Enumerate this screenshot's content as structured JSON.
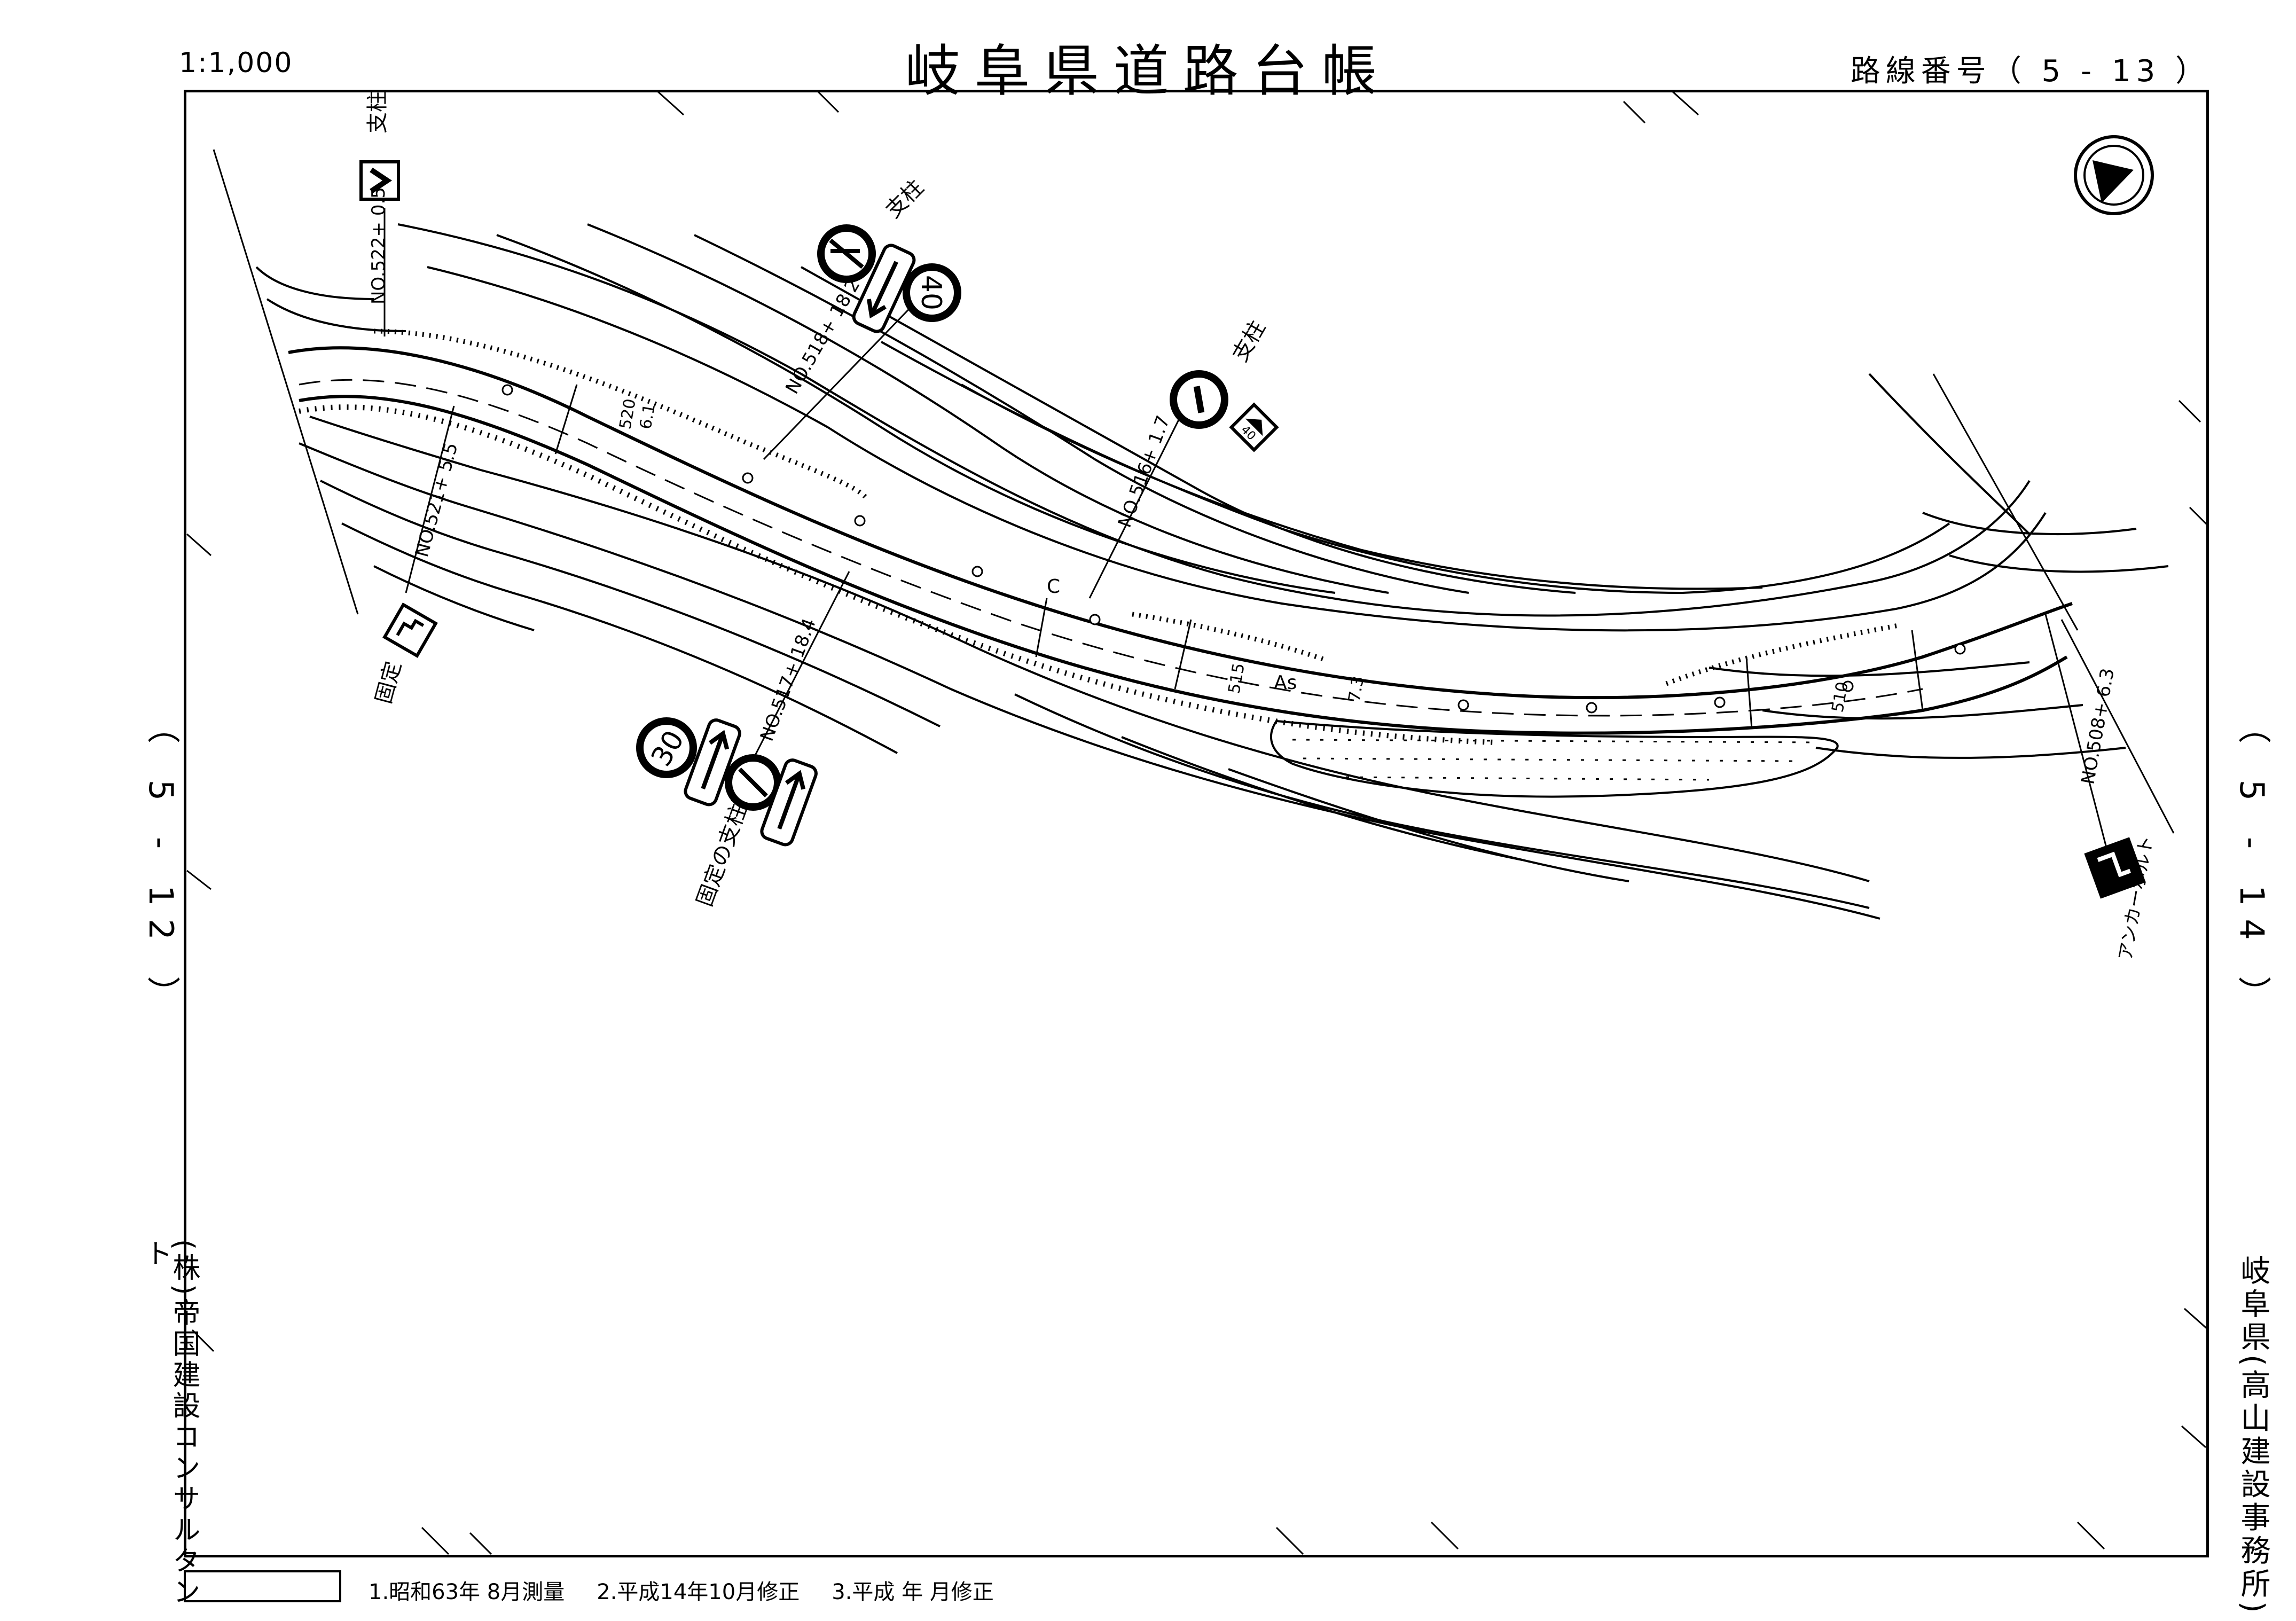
{
  "header": {
    "scale": "1:1,000",
    "title": "岐阜県道路台帳",
    "route_number": "路線番号（ 5 - 13 ）"
  },
  "side": {
    "left_sheet_ref": "（ 5 - 12 ）",
    "right_sheet_ref": "（ 5 - 14 ）",
    "left_company": "(株)帝国建設コンサルタント",
    "right_office": "岐阜県(高山建設事務所)"
  },
  "footer": {
    "revisions": [
      "1.昭和63年 8月測量",
      "2.平成14年10月修正",
      "3.平成 年 月修正"
    ]
  },
  "map": {
    "stations": [
      "NO.522+ 0.5",
      "NO.521+ 5.5",
      "NO.518+ 18.2",
      "NO.517+ 18.4",
      "NO.516+ 1.7",
      "NO.508+ 6.3"
    ],
    "labels": {
      "post_1": "支柱",
      "post_2": "支柱",
      "post_3": "支柱",
      "fixed": "固定",
      "fixed_post": "固定の支柱",
      "anchor_bolt": "アンカーボルト",
      "pavement": "As",
      "elev_520": "520",
      "elev_515": "515",
      "elev_510": "510",
      "width_1": "6.1",
      "width_2": "7.3",
      "curve_c": "C"
    },
    "signs": {
      "speed_40": "40",
      "speed_30": "30",
      "plate_40": "40"
    }
  }
}
